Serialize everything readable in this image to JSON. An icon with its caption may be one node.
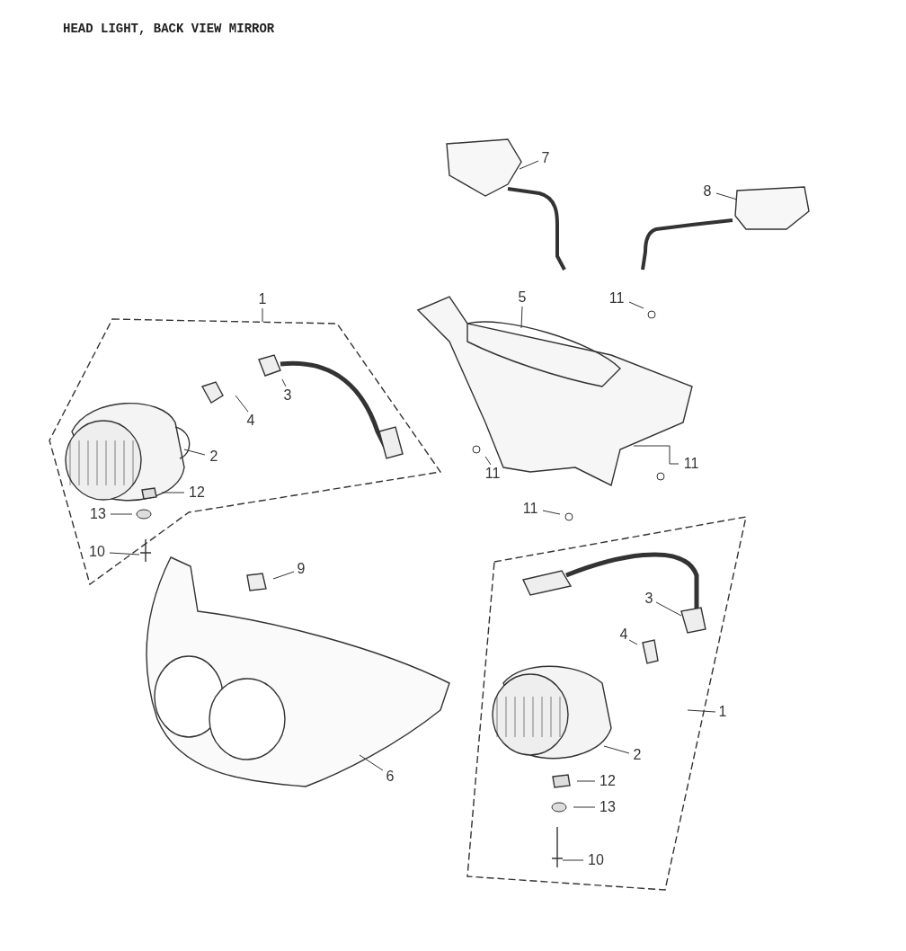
{
  "diagram": {
    "title": "HEAD LIGHT, BACK VIEW MIRROR",
    "nodes": [
      {
        "text": [
          "1"
        ]
      },
      {
        "text": [
          "3"
        ]
      },
      {
        "text": [
          "4"
        ]
      },
      {
        "text": [
          "2"
        ]
      },
      {
        "text": [
          "12"
        ]
      },
      {
        "text": [
          "13"
        ]
      },
      {
        "text": [
          "10"
        ]
      },
      {
        "text": [
          "7"
        ]
      },
      {
        "text": [
          "8"
        ]
      },
      {
        "text": [
          "5"
        ]
      },
      {
        "text": [
          "11"
        ]
      },
      {
        "text": [
          "11"
        ]
      },
      {
        "text": [
          "11"
        ]
      },
      {
        "text": [
          "11"
        ]
      },
      {
        "text": [
          "9"
        ]
      },
      {
        "text": [
          "6"
        ]
      },
      {
        "text": [
          "3"
        ]
      },
      {
        "text": [
          "4"
        ]
      },
      {
        "text": [
          "1"
        ]
      },
      {
        "text": [
          "2"
        ]
      },
      {
        "text": [
          "12"
        ]
      },
      {
        "text": [
          "13"
        ]
      },
      {
        "text": [
          "10"
        ]
      }
    ],
    "edges": [
      {
        "from": 0,
        "to": null,
        "arrow": "none"
      },
      {
        "from": 1,
        "to": null,
        "arrow": "none"
      },
      {
        "from": 2,
        "to": null,
        "arrow": "none"
      },
      {
        "from": 3,
        "to": null,
        "arrow": "none"
      },
      {
        "from": 4,
        "to": null,
        "arrow": "none"
      },
      {
        "from": 5,
        "to": null,
        "arrow": "none"
      },
      {
        "from": 6,
        "to": null,
        "arrow": "none"
      },
      {
        "from": 7,
        "to": null,
        "arrow": "none"
      },
      {
        "from": 8,
        "to": null,
        "arrow": "none"
      },
      {
        "from": 9,
        "to": null,
        "arrow": "none"
      },
      {
        "from": 10,
        "to": null,
        "arrow": "none"
      },
      {
        "from": 11,
        "to": null,
        "arrow": "none"
      },
      {
        "from": 12,
        "to": null,
        "arrow": "none"
      },
      {
        "from": 13,
        "to": null,
        "arrow": "none"
      },
      {
        "from": 14,
        "to": null,
        "arrow": "none"
      },
      {
        "from": 15,
        "to": null,
        "arrow": "none"
      },
      {
        "from": 16,
        "to": null,
        "arrow": "none"
      },
      {
        "from": 17,
        "to": null,
        "arrow": "none"
      },
      {
        "from": 18,
        "to": null,
        "arrow": "none"
      },
      {
        "from": 19,
        "to": null,
        "arrow": "none"
      },
      {
        "from": 20,
        "to": null,
        "arrow": "none"
      },
      {
        "from": 21,
        "to": null,
        "arrow": "none"
      },
      {
        "from": 22,
        "to": null,
        "arrow": "none"
      }
    ]
  }
}
